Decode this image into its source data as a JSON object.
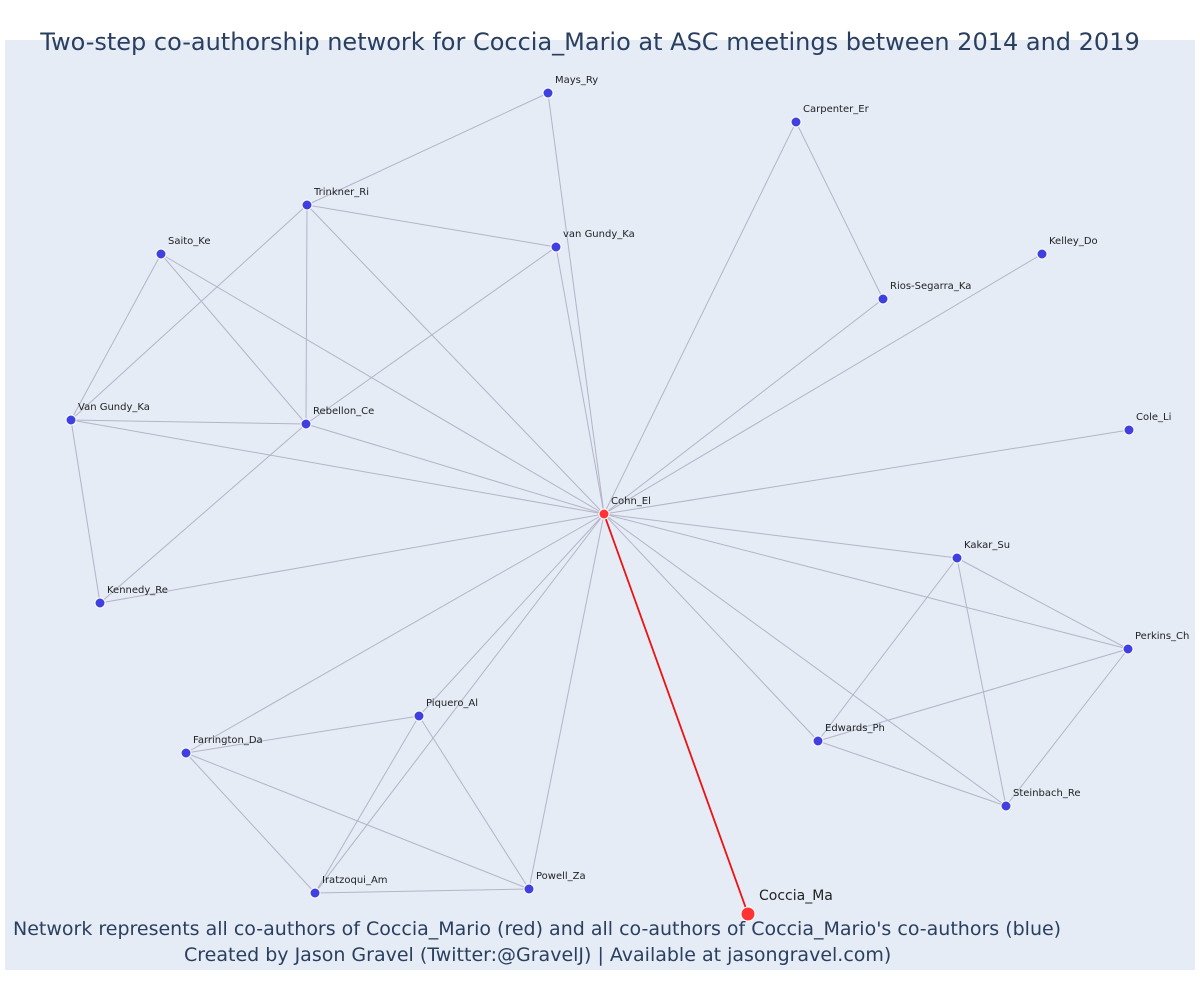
{
  "title": "Two-step co-authorship network for Coccia_Mario at ASC meetings between 2014 and 2019",
  "caption_line1": "Network represents all co-authors of Coccia_Mario (red) and all co-authors of Coccia_Mario's co-authors (blue)",
  "caption_line2": "Created by Jason Gravel (Twitter:@GravelJ) | Available at jasongravel.com)",
  "colors": {
    "background": "#e5ecf6",
    "edge": "#b4b4c8",
    "highlight_edge": "#ee1111",
    "author_node": "#ff3333",
    "coauthor_node": "#4040e0",
    "node_stroke": "#ffffff"
  },
  "nodes": [
    {
      "id": "mays",
      "label": "Mays_Ry",
      "group": "two-step"
    },
    {
      "id": "carpenter",
      "label": "Carpenter_Er",
      "group": "two-step"
    },
    {
      "id": "trinkner",
      "label": "Trinkner_Ri",
      "group": "two-step"
    },
    {
      "id": "vangundy_lower",
      "label": "van Gundy_Ka",
      "group": "two-step"
    },
    {
      "id": "saito",
      "label": "Saito_Ke",
      "group": "two-step"
    },
    {
      "id": "kelley",
      "label": "Kelley_Do",
      "group": "two-step"
    },
    {
      "id": "rios",
      "label": "Rios-Segarra_Ka",
      "group": "two-step"
    },
    {
      "id": "vangundy_upper",
      "label": "Van Gundy_Ka",
      "group": "two-step"
    },
    {
      "id": "rebellon",
      "label": "Rebellon_Ce",
      "group": "two-step"
    },
    {
      "id": "cole",
      "label": "Cole_Li",
      "group": "two-step"
    },
    {
      "id": "cohn",
      "label": "Cohn_El",
      "group": "co-author"
    },
    {
      "id": "kakar",
      "label": "Kakar_Su",
      "group": "two-step"
    },
    {
      "id": "kennedy",
      "label": "Kennedy_Re",
      "group": "two-step"
    },
    {
      "id": "perkins",
      "label": "Perkins_Ch",
      "group": "two-step"
    },
    {
      "id": "piquero",
      "label": "Piquero_Al",
      "group": "two-step"
    },
    {
      "id": "farrington",
      "label": "Farrington_Da",
      "group": "two-step"
    },
    {
      "id": "edwards",
      "label": "Edwards_Ph",
      "group": "two-step"
    },
    {
      "id": "steinbach",
      "label": "Steinbach_Re",
      "group": "two-step"
    },
    {
      "id": "iratzoqui",
      "label": "Iratzoqui_Am",
      "group": "two-step"
    },
    {
      "id": "powell",
      "label": "Powell_Za",
      "group": "two-step"
    },
    {
      "id": "coccia",
      "label": "Coccia_Ma",
      "group": "author"
    }
  ],
  "edges": [
    [
      "cohn",
      "mays"
    ],
    [
      "cohn",
      "carpenter"
    ],
    [
      "cohn",
      "trinkner"
    ],
    [
      "cohn",
      "vangundy_lower"
    ],
    [
      "cohn",
      "saito"
    ],
    [
      "cohn",
      "kelley"
    ],
    [
      "cohn",
      "rios"
    ],
    [
      "cohn",
      "vangundy_upper"
    ],
    [
      "cohn",
      "rebellon"
    ],
    [
      "cohn",
      "cole"
    ],
    [
      "cohn",
      "kakar"
    ],
    [
      "cohn",
      "kennedy"
    ],
    [
      "cohn",
      "perkins"
    ],
    [
      "cohn",
      "piquero"
    ],
    [
      "cohn",
      "farrington"
    ],
    [
      "cohn",
      "edwards"
    ],
    [
      "cohn",
      "steinbach"
    ],
    [
      "cohn",
      "iratzoqui"
    ],
    [
      "cohn",
      "powell"
    ],
    [
      "mays",
      "trinkner"
    ],
    [
      "trinkner",
      "vangundy_lower"
    ],
    [
      "trinkner",
      "rebellon"
    ],
    [
      "trinkner",
      "vangundy_upper"
    ],
    [
      "saito",
      "vangundy_upper"
    ],
    [
      "saito",
      "rebellon"
    ],
    [
      "vangundy_upper",
      "rebellon"
    ],
    [
      "vangundy_upper",
      "kennedy"
    ],
    [
      "rebellon",
      "vangundy_lower"
    ],
    [
      "rebellon",
      "kennedy"
    ],
    [
      "carpenter",
      "rios"
    ],
    [
      "kakar",
      "perkins"
    ],
    [
      "kakar",
      "edwards"
    ],
    [
      "kakar",
      "steinbach"
    ],
    [
      "perkins",
      "edwards"
    ],
    [
      "perkins",
      "steinbach"
    ],
    [
      "edwards",
      "steinbach"
    ],
    [
      "farrington",
      "piquero"
    ],
    [
      "farrington",
      "iratzoqui"
    ],
    [
      "farrington",
      "powell"
    ],
    [
      "piquero",
      "iratzoqui"
    ],
    [
      "piquero",
      "powell"
    ],
    [
      "iratzoqui",
      "powell"
    ]
  ],
  "highlight_edges": [
    [
      "cohn",
      "coccia"
    ]
  ]
}
